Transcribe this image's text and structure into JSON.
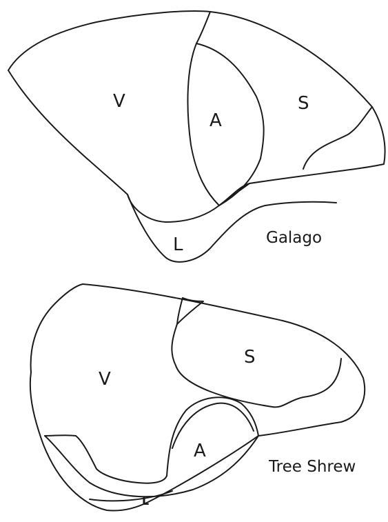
{
  "galago": {
    "caption": "Galago",
    "labels": {
      "visual": "V",
      "auditory": "A",
      "somatosensory": "S",
      "limbic": "L"
    }
  },
  "tree_shrew": {
    "caption": "Tree Shrew",
    "labels": {
      "visual": "V",
      "auditory": "A",
      "somatosensory": "S",
      "limbic": "L"
    }
  },
  "colors": {
    "stroke": "#1a1a1a",
    "background": "#ffffff"
  }
}
